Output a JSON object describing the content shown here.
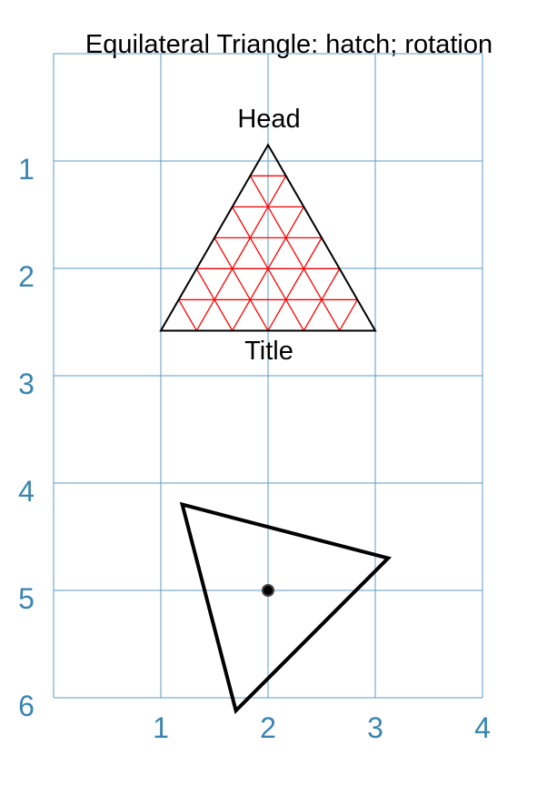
{
  "title": "Equilateral Triangle: hatch; rotation",
  "labels": {
    "head": "Head",
    "title": "Title"
  },
  "axes": {
    "x_ticks": [
      "1",
      "2",
      "3",
      "4"
    ],
    "y_ticks": [
      "1",
      "2",
      "3",
      "4",
      "5",
      "6"
    ],
    "x_range": [
      0,
      4
    ],
    "y_range": [
      0,
      6
    ],
    "y_direction": "down",
    "grid": true
  },
  "colors": {
    "grid": "#5b9bc4",
    "tick_text": "#3a85b0",
    "hatch": "#ff0000",
    "outline": "#000000"
  },
  "shapes": {
    "hatched_triangle": {
      "vertices": [
        [
          2,
          0.85
        ],
        [
          1,
          2.58
        ],
        [
          3,
          2.58
        ]
      ],
      "hatch": "triangular",
      "hatch_divisions": 6
    },
    "rotated_triangle": {
      "vertices": [
        [
          1.2,
          4.2
        ],
        [
          3.12,
          4.7
        ],
        [
          1.7,
          6.12
        ]
      ],
      "center": [
        2,
        5
      ]
    }
  }
}
